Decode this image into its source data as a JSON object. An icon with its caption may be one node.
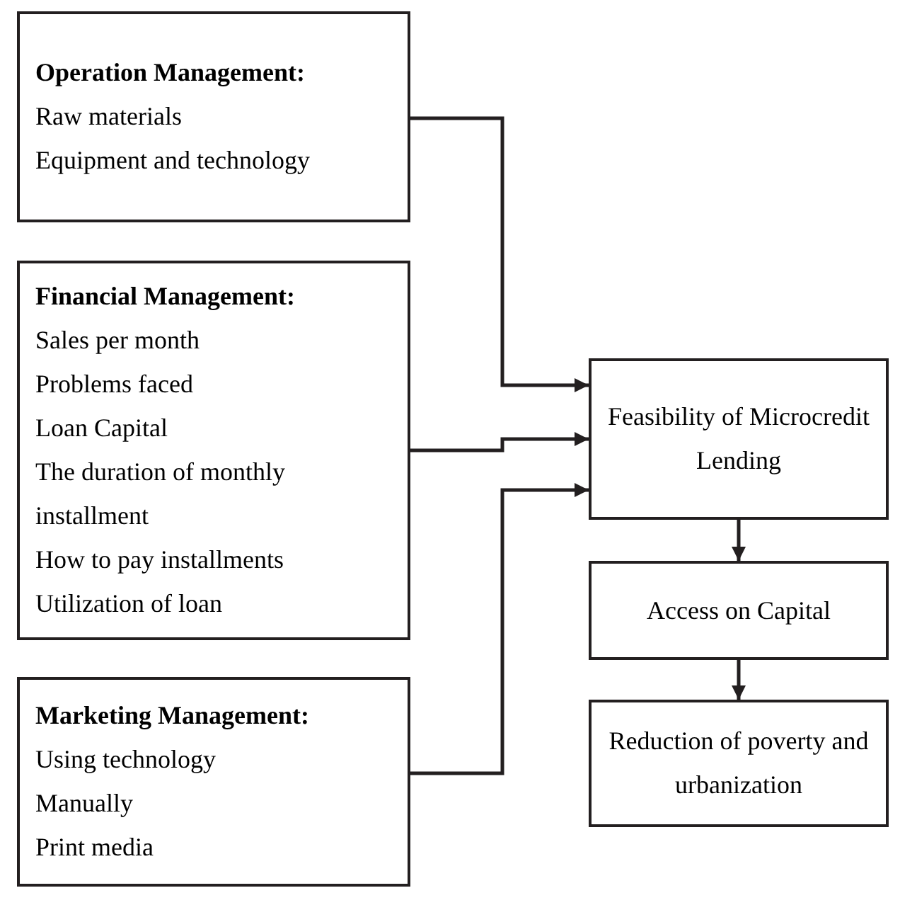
{
  "diagram": {
    "nodes": [
      {
        "text": [
          "Operation Management:",
          "Raw materials",
          "Equipment and technology"
        ]
      },
      {
        "text": [
          "Financial Management:",
          "Sales per month",
          "Problems faced",
          "Loan Capital",
          "The duration of monthly installment",
          "How to pay installments",
          "Utilization of loan"
        ]
      },
      {
        "text": [
          "Marketing Management:",
          "Using technology",
          "Manually",
          "Print media"
        ]
      },
      {
        "text": [
          "Feasibility of Microcredit Lending"
        ]
      },
      {
        "text": [
          "Access on Capital"
        ]
      },
      {
        "text": [
          "Reduction of poverty and urbanization"
        ]
      }
    ],
    "edges": [
      {
        "from": 0,
        "to": 3,
        "arrow": "to"
      },
      {
        "from": 1,
        "to": 3,
        "arrow": "to"
      },
      {
        "from": 2,
        "to": 3,
        "arrow": "to"
      },
      {
        "from": 3,
        "to": 4,
        "arrow": "to"
      },
      {
        "from": 4,
        "to": 5,
        "arrow": "to"
      }
    ]
  }
}
